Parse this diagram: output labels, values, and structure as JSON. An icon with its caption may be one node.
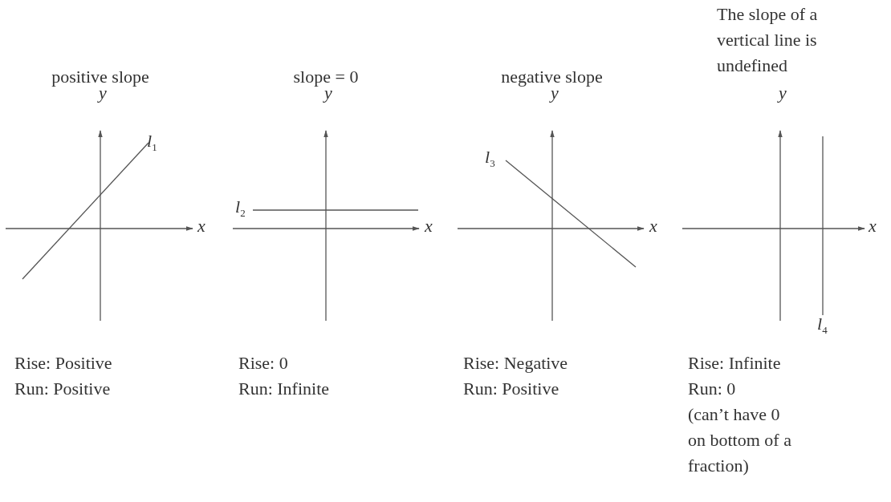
{
  "diagram": {
    "labels": [
      "positive slope",
      "slope = 0",
      "negative slope",
      "The slope of a vertical line is undefined",
      "y",
      "*l*$_{1}$",
      "x",
      "y",
      "*l*$_{2}$",
      "x",
      "y",
      "*l*$_{3}$",
      "x",
      "y",
      "x",
      "*l*$_{4}$",
      "Rise: Positive",
      "Run: Positive",
      "Rise: 0",
      "Run: Infinite",
      "Rise: Negative",
      "Run: Positive",
      "Rise: Infinite",
      "Run: 0",
      "(can’t have 0 on bottom of a fraction)"
    ]
  }
}
